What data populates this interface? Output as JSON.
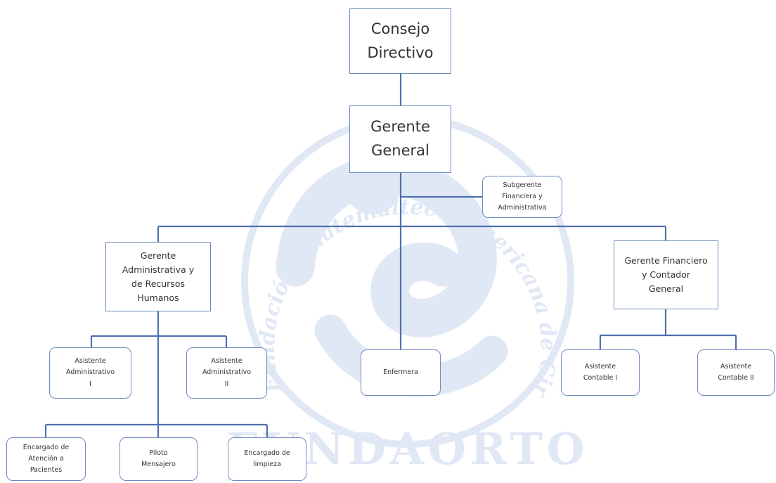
{
  "org_chart": {
    "watermark": {
      "arc_text": "Fundación Guatemalteco-Americana de Cirugía Ortopédica Avanzada",
      "name": "FUNDAORTO"
    },
    "nodes": {
      "consejo": "Consejo\nDirectivo",
      "gerente_general": "Gerente\nGeneral",
      "subgerente": "Subgerente\nFinanciera y\nAdministrativa",
      "gerente_admin": "Gerente\nAdministrativa y\nde Recursos\nHumanos",
      "gerente_fin": "Gerente Financiero\ny Contador\nGeneral",
      "asist_admin_1": "Asistente\nAdministrativo\nI",
      "asist_admin_2": "Asistente\nAdministrativo\nII",
      "enfermera": "Enfermera",
      "asist_cont_1": "Asistente\nContable I",
      "asist_cont_2": "Asistente\nContable II",
      "encargado_atencion": "Encargado de\nAtención a\nPacientes",
      "piloto": "Piloto\nMensajero",
      "encargado_limpieza": "Encargado de\nlimpieza"
    },
    "colors": {
      "connector": "#4f6fae",
      "box_border": "#6f8cbf",
      "watermark": "#4f7cc8"
    }
  }
}
